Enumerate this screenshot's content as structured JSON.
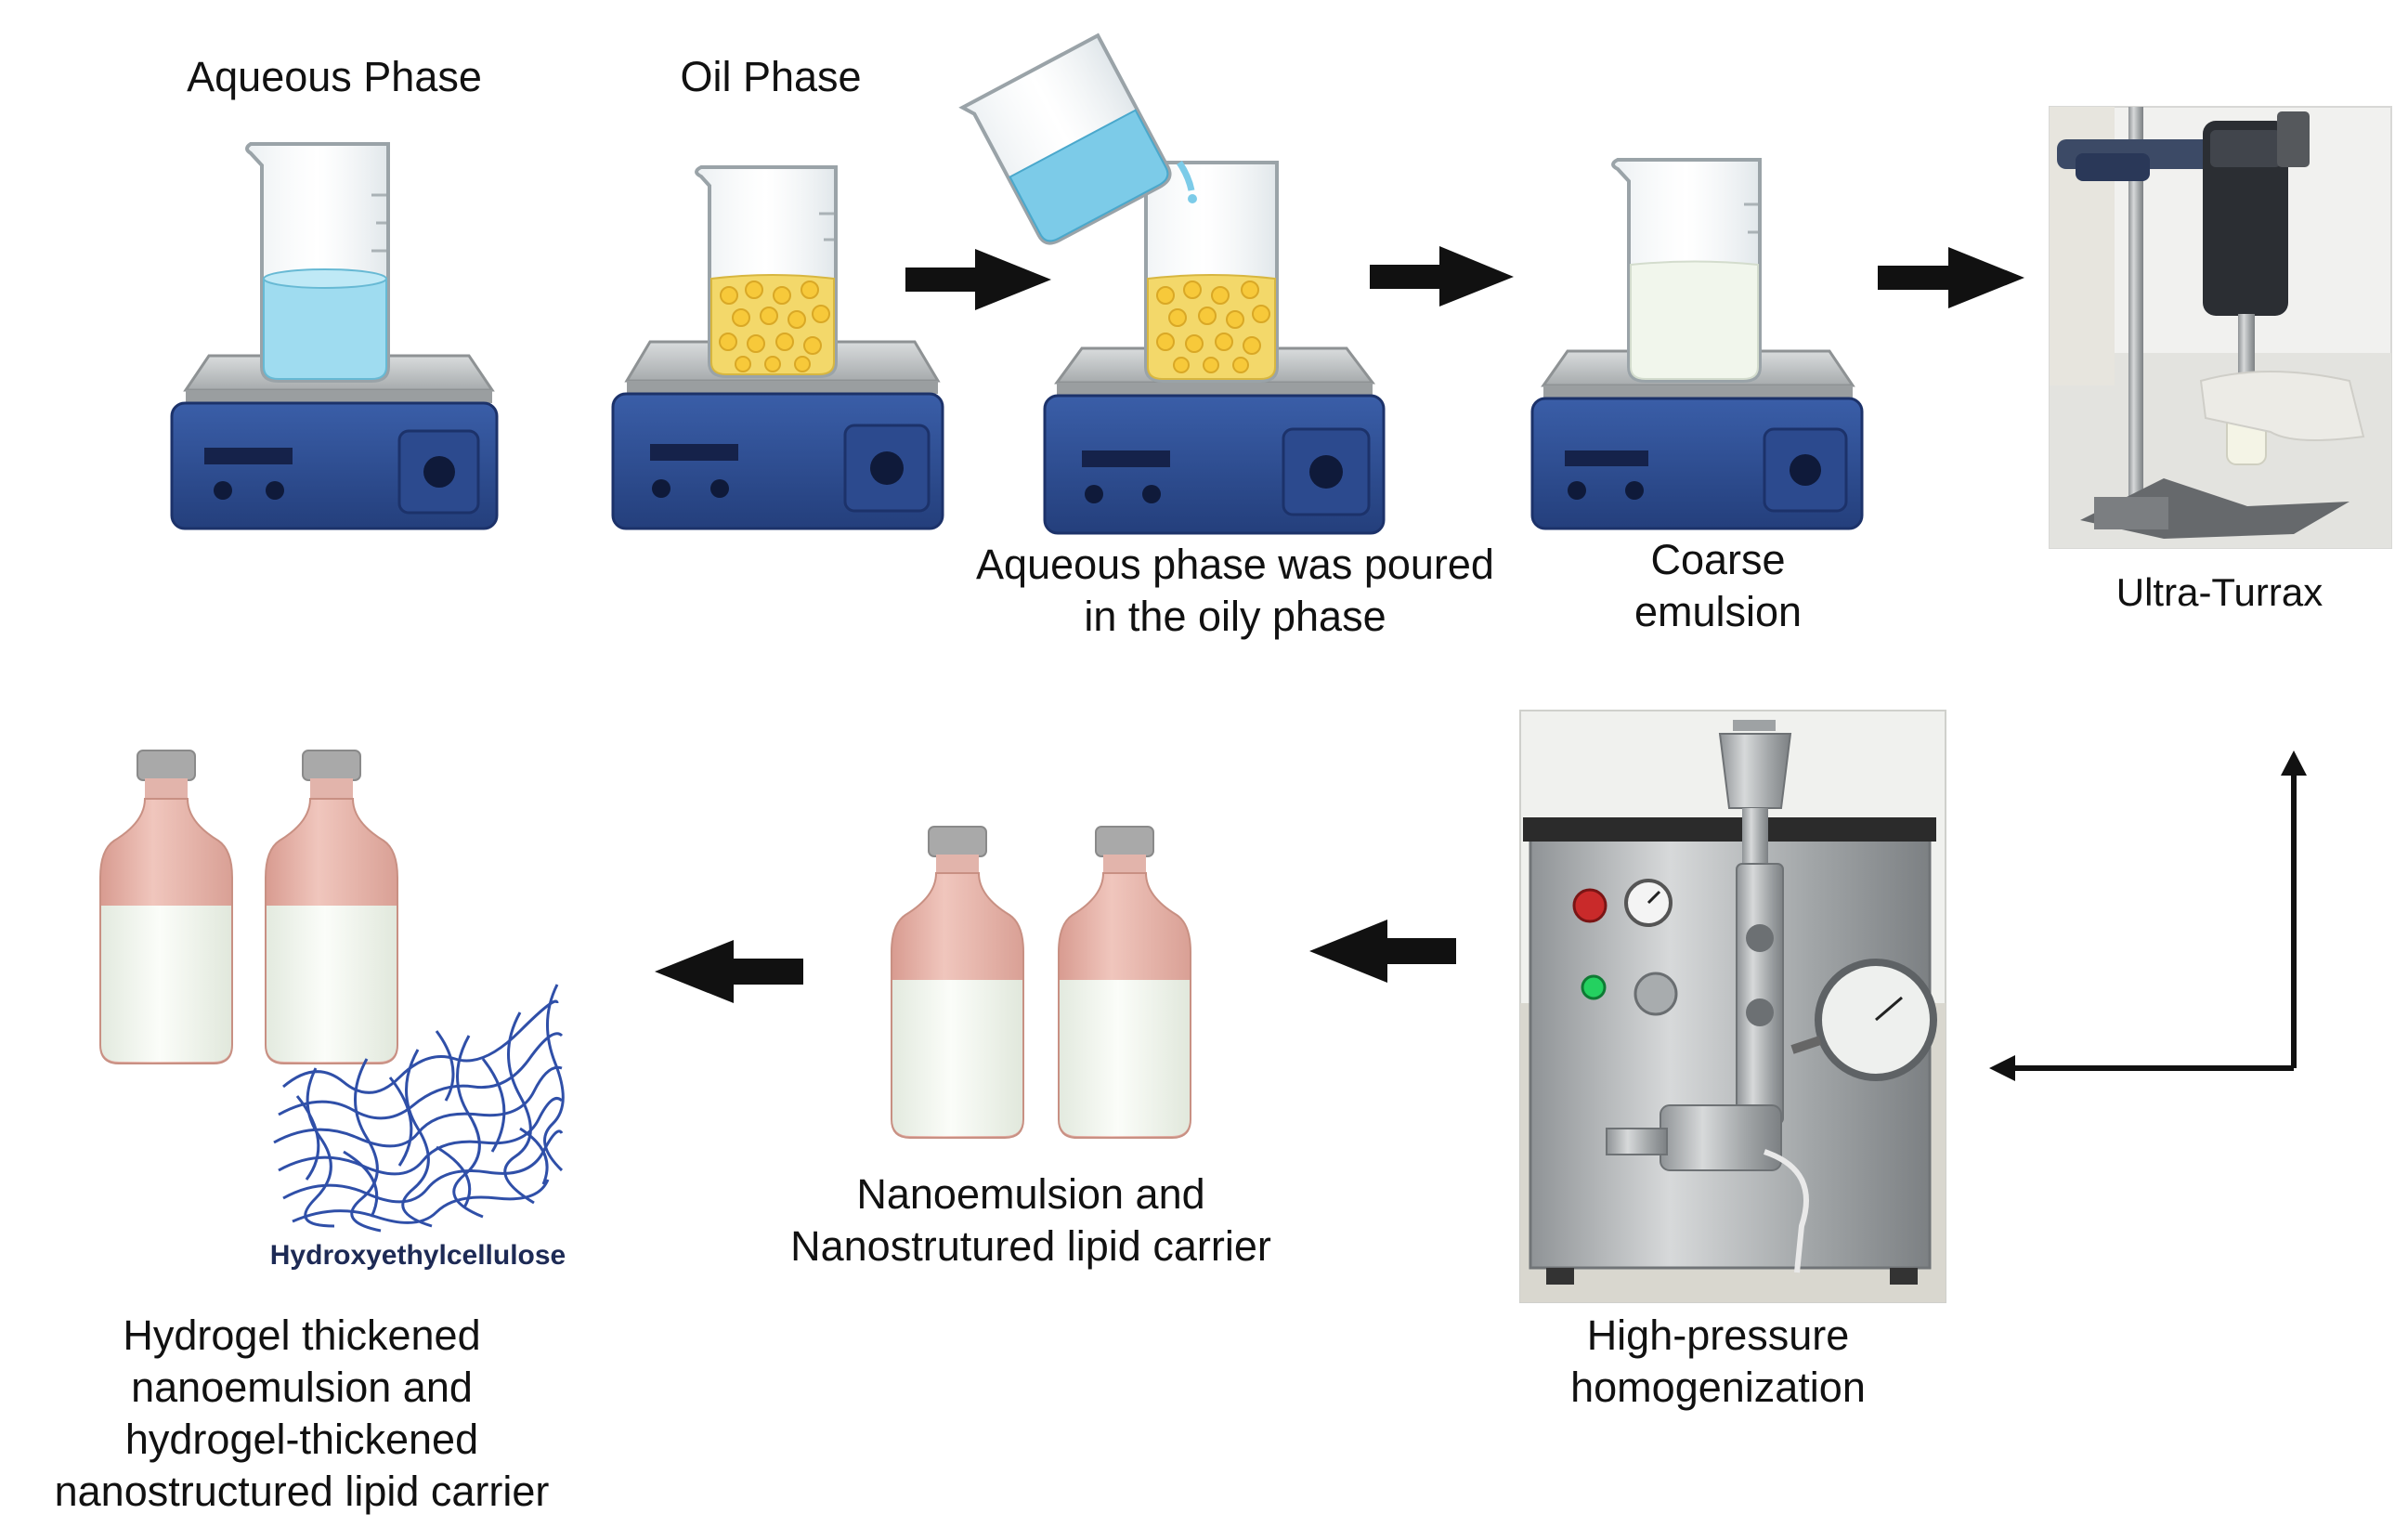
{
  "labels": {
    "aqueous_phase": "Aqueous Phase",
    "oil_phase": "Oil Phase",
    "poured_line1": "Aqueous phase was poured",
    "poured_line2": "in the oily phase",
    "coarse_line1": "Coarse",
    "coarse_line2": "emulsion",
    "ultra_turrax": "Ultra-Turrax",
    "hph_line1": "High-pressure",
    "hph_line2": "homogenization",
    "nano_line1": "Nanoemulsion and",
    "nano_line2": "Nanostrutured lipid carrier",
    "hec": "Hydroxyethylcellulose",
    "final_line1": "Hydrogel thickened",
    "final_line2": "nanoemulsion and",
    "final_line3": "hydrogel-thickened",
    "final_line4": "nanostructured lipid carrier"
  },
  "colors": {
    "stirrer_body": "#2e4f95",
    "stirrer_plate": "#b9bcbe",
    "aqueous_liquid": "#9fdcf0",
    "oil_liquid": "#f3d86a",
    "emulsion_liquid": "#f1f6ec",
    "bottle_pink": "#e6b1a7",
    "bottle_milk": "#f3f7ef",
    "cap_grey": "#a9a9a9",
    "arrow": "#111111",
    "hec_fiber": "#2f4fa8"
  }
}
